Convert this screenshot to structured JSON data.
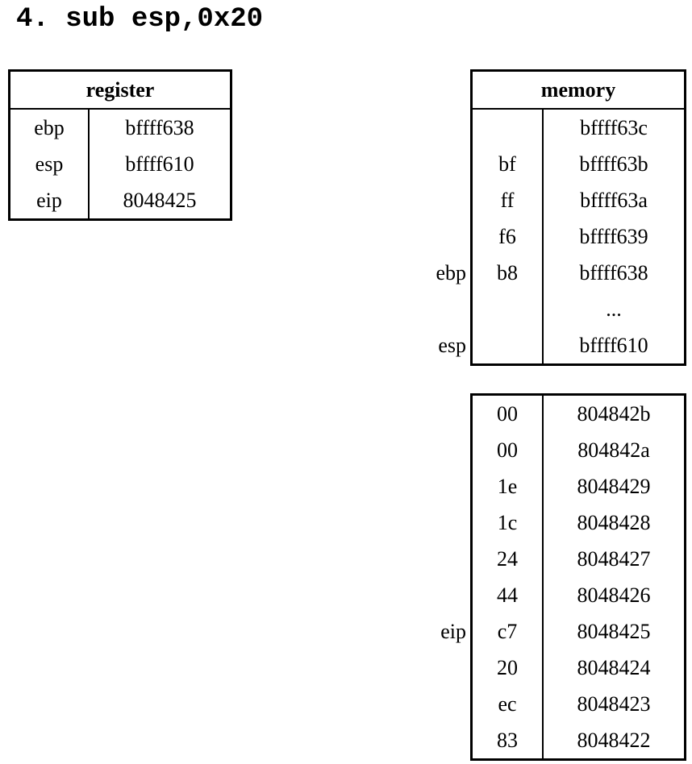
{
  "title": "4. sub esp,0x20",
  "register": {
    "header": "register",
    "rows": [
      {
        "name": "ebp",
        "value": "bffff638"
      },
      {
        "name": "esp",
        "value": "bffff610"
      },
      {
        "name": "eip",
        "value": "8048425"
      }
    ]
  },
  "memory": {
    "header": "memory",
    "rows": [
      {
        "byte": "",
        "addr": "bffff63c"
      },
      {
        "byte": "bf",
        "addr": "bffff63b"
      },
      {
        "byte": "ff",
        "addr": "bffff63a"
      },
      {
        "byte": "f6",
        "addr": "bffff639"
      },
      {
        "byte": "b8",
        "addr": "bffff638"
      },
      {
        "byte": "",
        "addr": "..."
      },
      {
        "byte": "",
        "addr": "bffff610"
      }
    ],
    "pointers": [
      {
        "label": "ebp",
        "row": 4
      },
      {
        "label": "esp",
        "row": 6
      }
    ]
  },
  "code": {
    "rows": [
      {
        "byte": "00",
        "addr": "804842b"
      },
      {
        "byte": "00",
        "addr": "804842a"
      },
      {
        "byte": "1e",
        "addr": "8048429"
      },
      {
        "byte": "1c",
        "addr": "8048428"
      },
      {
        "byte": "24",
        "addr": "8048427"
      },
      {
        "byte": "44",
        "addr": "8048426"
      },
      {
        "byte": "c7",
        "addr": "8048425"
      },
      {
        "byte": "20",
        "addr": "8048424"
      },
      {
        "byte": "ec",
        "addr": "8048423"
      },
      {
        "byte": "83",
        "addr": "8048422"
      }
    ],
    "pointers": [
      {
        "label": "eip",
        "row": 6
      }
    ]
  }
}
